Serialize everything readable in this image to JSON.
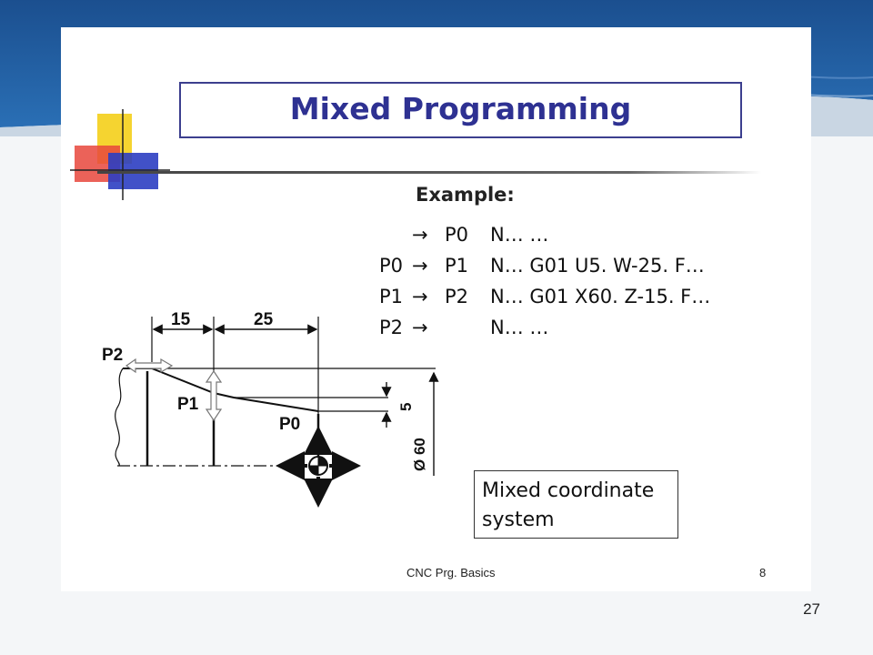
{
  "slide": {
    "title": "Mixed Programming",
    "example_label": "Example:",
    "program": [
      {
        "from": "",
        "arrow": "→",
        "to": "P0",
        "block": "N… …"
      },
      {
        "from": "P0",
        "arrow": "→",
        "to": "P1",
        "block": "N… G01 U5. W-25.  F…"
      },
      {
        "from": "P1",
        "arrow": "→",
        "to": "P2",
        "block": "N… G01 X60. Z-15. F…"
      },
      {
        "from": "P2",
        "arrow": "→",
        "to": "",
        "block": "N… …"
      }
    ],
    "drawing": {
      "dim_15": "15",
      "dim_25": "25",
      "dim_5": "5",
      "dim_diameter": "Ø 60",
      "point_p2": "P2",
      "point_p1": "P1",
      "point_p0": "P0"
    },
    "coordinate_note": "Mixed coordinate system",
    "footer_title": "CNC Prg. Basics",
    "footer_page": "8"
  },
  "page_number": "27",
  "colors": {
    "title": "#2e3192",
    "background_band": "#1f5b99",
    "deco_yellow": "#f5d430",
    "deco_red": "#e8463c",
    "deco_blue": "#2c3ec2"
  }
}
